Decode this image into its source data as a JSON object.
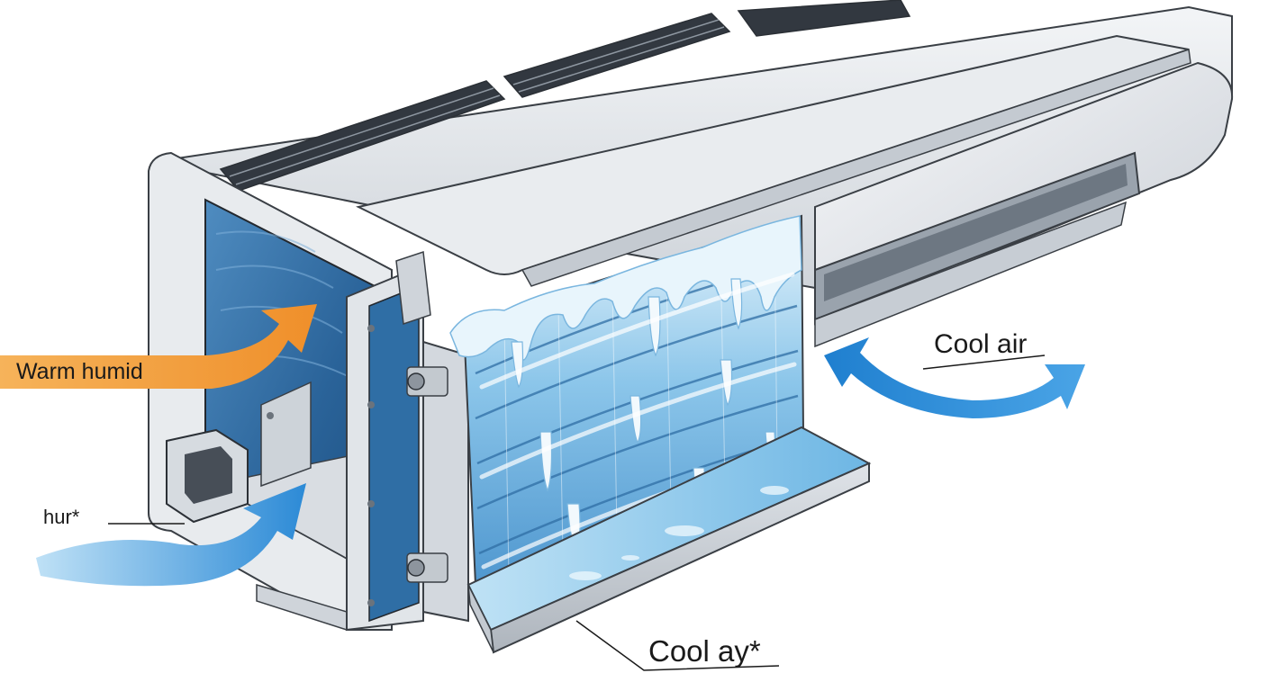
{
  "labels": {
    "warm_humid": "Warm humid",
    "cool_air": "Cool air",
    "hur": "hur*",
    "cool_ay": "Cool ay*"
  },
  "icons": {
    "warm_arrow": "warm-air-inflow-arrow-icon",
    "cool_arrow_inlet": "cool-air-inlet-arrow-icon",
    "cool_arrow_outlet": "cool-air-outlet-arrow-icon"
  },
  "colors": {
    "warm_arrow": "#f0a040",
    "cool_arrow": "#2f8fd8",
    "housing": "#e4e7eb",
    "housing_shadow": "#b8bec6",
    "interior": "#2f6ea5",
    "ice": "#bfe0f3",
    "ice_highlight": "#f2f9fd",
    "coil_blue": "#6fb3e0",
    "outline": "#3a3f45"
  }
}
